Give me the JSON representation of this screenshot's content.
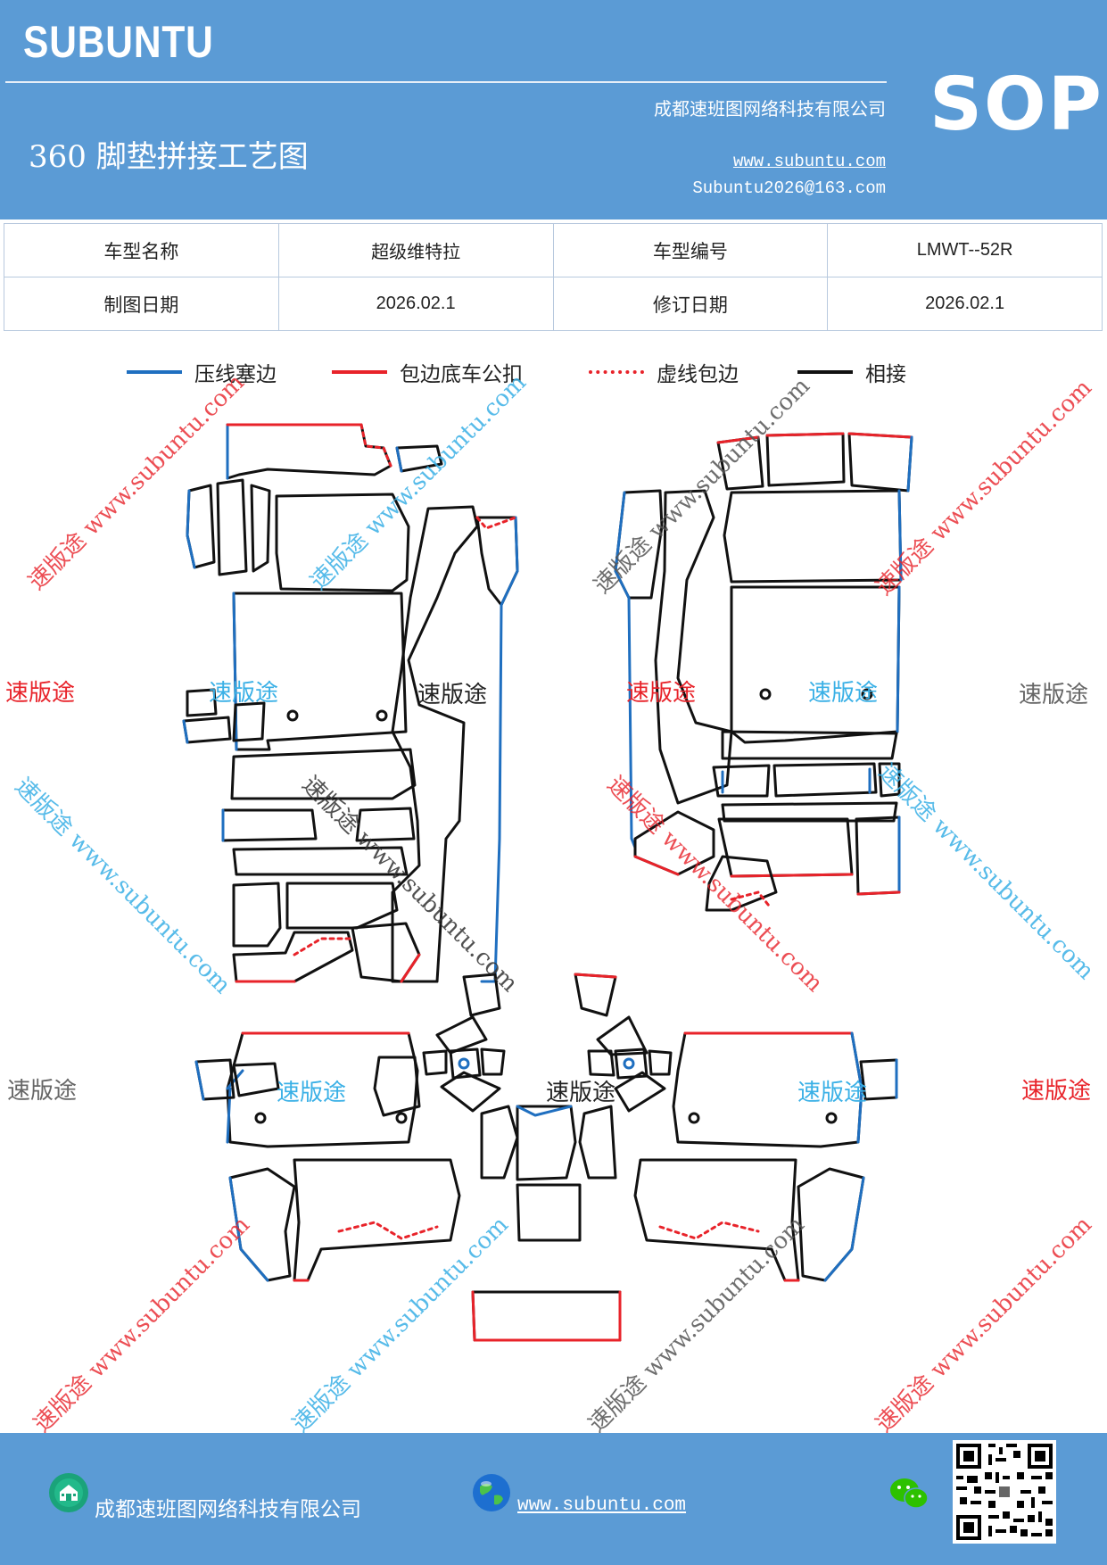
{
  "header": {
    "brand": "SUBUNTU",
    "company": "成都速班图网络科技有限公司",
    "title": "360 脚垫拼接工艺图",
    "website": "www.subuntu.com",
    "email": "Subuntu2026@163.com",
    "badge": "SOP"
  },
  "info_table": {
    "row1": {
      "label1": "车型名称",
      "value1": "超级维特拉",
      "label2": "车型编号",
      "value2": "LMWT--52R"
    },
    "row2": {
      "label1": "制图日期",
      "value1": "2026.02.1",
      "label2": "修订日期",
      "value2": "2026.02.1"
    }
  },
  "legend": [
    {
      "label": "压线塞边",
      "color": "#1f6fc0",
      "style": "solid"
    },
    {
      "label": "包边底车公扣",
      "color": "#e8232a",
      "style": "solid"
    },
    {
      "label": "虚线包边",
      "color": "#e8232a",
      "style": "dotted"
    },
    {
      "label": "相接",
      "color": "#111111",
      "style": "solid"
    }
  ],
  "watermarks": {
    "brand_cn": "速版途",
    "diag_text": "速版途 www.subuntu.com"
  },
  "footer": {
    "company": "成都速班图网络科技有限公司",
    "website": "www.subuntu.com"
  },
  "colors": {
    "header_bg": "#5b9bd5",
    "blue_edge": "#1f6fc0",
    "red_edge": "#e8232a",
    "outline": "#111111",
    "wm_red": "#e8232a",
    "wm_blue": "#3ab0e6",
    "wm_gray": "#666666"
  },
  "icons": [
    "home-icon",
    "globe-icon",
    "wechat-icon",
    "qr-code-icon"
  ]
}
